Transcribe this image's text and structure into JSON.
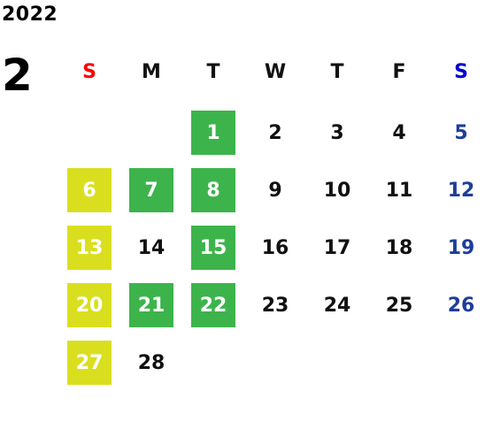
{
  "year": "2022",
  "month": "2",
  "weekdays": [
    {
      "label": "S",
      "color": "#ff0000"
    },
    {
      "label": "M",
      "color": "#111111"
    },
    {
      "label": "T",
      "color": "#111111"
    },
    {
      "label": "W",
      "color": "#111111"
    },
    {
      "label": "T",
      "color": "#111111"
    },
    {
      "label": "F",
      "color": "#111111"
    },
    {
      "label": "S",
      "color": "#0000cc"
    }
  ],
  "colors": {
    "weekday_text": "#111111",
    "saturday_text": "#1f3e9a",
    "highlight_green": "#3cb44b",
    "highlight_yellow": "#d9df1f"
  },
  "weeks": [
    [
      null,
      null,
      {
        "day": "1",
        "highlight": "green"
      },
      {
        "day": "2"
      },
      {
        "day": "3"
      },
      {
        "day": "4"
      },
      {
        "day": "5",
        "saturday": true
      }
    ],
    [
      {
        "day": "6",
        "highlight": "yellow"
      },
      {
        "day": "7",
        "highlight": "green"
      },
      {
        "day": "8",
        "highlight": "green"
      },
      {
        "day": "9"
      },
      {
        "day": "10"
      },
      {
        "day": "11"
      },
      {
        "day": "12",
        "saturday": true
      }
    ],
    [
      {
        "day": "13",
        "highlight": "yellow"
      },
      {
        "day": "14"
      },
      {
        "day": "15",
        "highlight": "green"
      },
      {
        "day": "16"
      },
      {
        "day": "17"
      },
      {
        "day": "18"
      },
      {
        "day": "19",
        "saturday": true
      }
    ],
    [
      {
        "day": "20",
        "highlight": "yellow"
      },
      {
        "day": "21",
        "highlight": "green"
      },
      {
        "day": "22",
        "highlight": "green"
      },
      {
        "day": "23"
      },
      {
        "day": "24"
      },
      {
        "day": "25"
      },
      {
        "day": "26",
        "saturday": true
      }
    ],
    [
      {
        "day": "27",
        "highlight": "yellow"
      },
      {
        "day": "28"
      },
      null,
      null,
      null,
      null,
      null
    ]
  ]
}
